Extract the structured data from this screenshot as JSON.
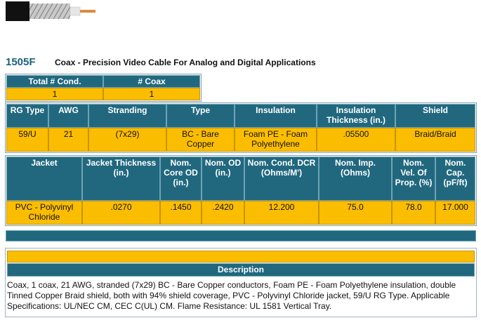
{
  "product": {
    "part_number": "1505F",
    "title": "Coax - Precision Video Cable For Analog and Digital Applications"
  },
  "conductors": {
    "headers": [
      "Total # Cond.",
      "# Coax"
    ],
    "values": [
      "1",
      "1"
    ]
  },
  "construction": {
    "headers": [
      "RG Type",
      "AWG",
      "Stranding",
      "Type",
      "Insulation",
      "Insulation Thickness (in.)",
      "Shield"
    ],
    "values": [
      "59/U",
      "21",
      "(7x29)",
      "BC - Bare Copper",
      "Foam PE - Foam Polyethylene",
      ".05500",
      "Braid/Braid"
    ]
  },
  "electrical": {
    "headers": [
      "Jacket",
      "Jacket Thickness (in.)",
      "Nom. Core OD (in.)",
      "Nom. OD (in.)",
      "Nom. Cond. DCR (Ohms/M')",
      "Nom. Imp. (Ohms)",
      "Nom. Vel. Of Prop. (%)",
      "Nom. Cap. (pF/ft)"
    ],
    "values": [
      "PVC - Polyvinyl Chloride",
      ".0270",
      ".1450",
      ".2420",
      "12.200",
      "75.0",
      "78.0",
      "17.000"
    ]
  },
  "description": {
    "heading": "Description",
    "text": "Coax, 1 coax, 21 AWG, stranded (7x29) BC - Bare Copper conductors, Foam PE - Foam Polyethylene insulation, double Tinned Copper Braid shield, both with 94% shield coverage, PVC - Polyvinyl Chloride jacket, 59/U RG Type. Applicable Specifications: UL/NEC CM, CEC C(UL) CM. Flame Resistance: UL 1581 Vertical Tray."
  },
  "colors": {
    "header_bg": "#21687f",
    "value_bg": "#fbbd00",
    "part_number": "#1a5f7a"
  }
}
